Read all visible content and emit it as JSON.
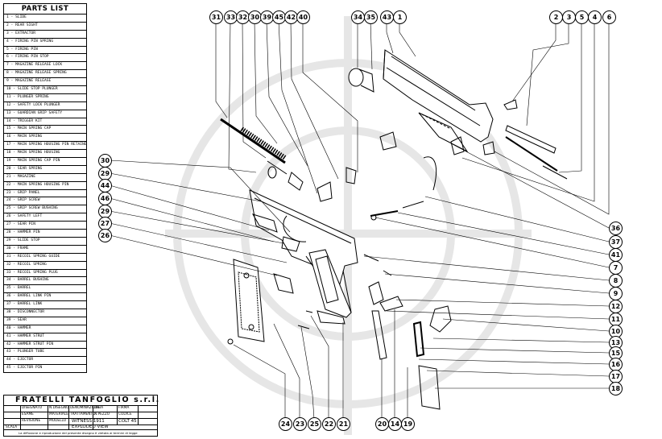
{
  "parts_list": {
    "title": "PARTS LIST",
    "items": [
      "1 - SLIDE",
      "2 - REAR SIGHT",
      "3 - EXTRACTOR",
      "4 - FIRING PIN SPRING",
      "5 - FIRING PIN",
      "6 - FIRING PIN STOP",
      "7 - MAGAZINE RELEASE LOCK",
      "8 - MAGAZINE RELEASE SPRING",
      "9 - MAGAZINE RELEASE",
      "10 - SLIDE STOP PLUNGER",
      "11 - PLUNGER SPRING",
      "12 - SAFETY LOCK PLUNGER",
      "13 - GUARDIAN GRIP SAFETY",
      "14 - TRIGGER KIT",
      "15 - MAIN SPRING CAP",
      "16 - MAIN SPRING",
      "17 - MAIN SPRING HOUSING PIN RETAINER",
      "18 - MAIN SPRING HOUSING",
      "19 - MAIN SPRING CAP PIN",
      "20 - SEAR SPRING",
      "21 - MAGAZINE",
      "22 - MAIN SPRING HOUSING PIN",
      "23 - GRIP PANEL",
      "24 - GRIP SCREW",
      "25 - GRIP SCREW BUSHING",
      "26 - SAFETY LEFT",
      "27 - SEAR PIN",
      "28 - HAMMER PIN",
      "29 - SLIDE STOP",
      "30 - FRAME",
      "31 - RECOIL SPRING GUIDE",
      "32 - RECOIL SPRING",
      "33 - RECOIL SPRING PLUG",
      "34 - BARREL BUSHING",
      "35 - BARREL",
      "36 - BARREL LINK PIN",
      "37 - BARREL LINK",
      "38 - DISCONNECTOR",
      "39 - SEAR",
      "40 - HAMMER",
      "41 - HAMMER STRUT",
      "42 - HAMMER STRUT PIN",
      "43 - PLUNGER TUBE",
      "44 - EJECTOR",
      "45 - EJECTOR PIN"
    ]
  },
  "title_block": {
    "company": "FRATELLI TANFOGLIO s.r.l.",
    "cells": [
      "DISEGNATO",
      "ESAME",
      "REVISIONE",
      "SCALA",
      "N.DISEGNO",
      "DENOMINAZIONE",
      "DATA",
      "FIRMA",
      "MATERIALE",
      "TRATTAMENTO",
      "N.PEZZO",
      "CODICE",
      "MODELLO"
    ],
    "model": "WITNESS 1911",
    "caliber": "COLT 45",
    "view": "EXPLODED VIEW",
    "note": "La diffusione e riproduzione del presente disegno è vietata ai termini di legge"
  },
  "callouts": {
    "top": [
      "31",
      "33",
      "32",
      "30",
      "39",
      "45",
      "42",
      "40",
      "34",
      "35",
      "43",
      "1",
      "2",
      "3",
      "5",
      "4",
      "6"
    ],
    "left": [
      "30",
      "29",
      "44",
      "46",
      "29",
      "27",
      "26"
    ],
    "right": [
      "36",
      "37",
      "41",
      "7",
      "8",
      "9",
      "12",
      "11",
      "10",
      "13",
      "15",
      "16",
      "17",
      "18"
    ],
    "bottom": [
      "24",
      "23",
      "25",
      "22",
      "21",
      "20",
      "14",
      "19"
    ]
  },
  "colors": {
    "ink": "#000000",
    "watermark": "#e6e6e6",
    "paper": "#ffffff"
  }
}
